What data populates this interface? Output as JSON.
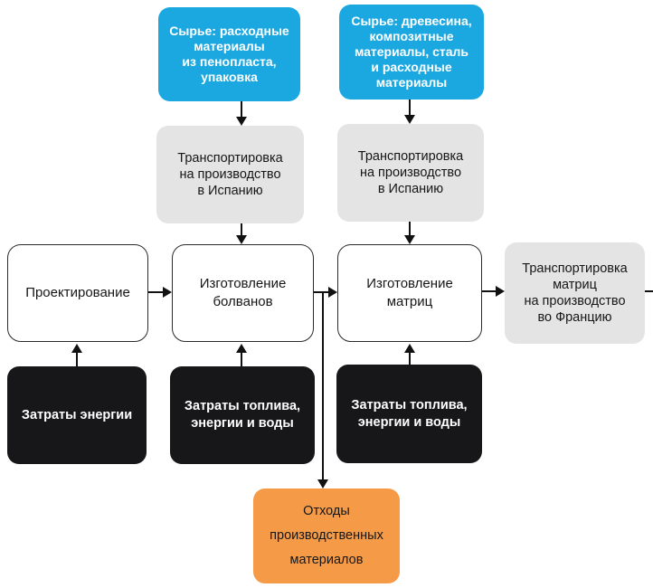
{
  "diagram": {
    "type": "flowchart",
    "language": "ru",
    "description": "Production life-cycle flow: raw materials transported to Spain, mold blanks and matrices manufactured, matrices transported to France; energy/fuel/water inputs and production-material waste",
    "nodes": [
      {
        "id": "raw-foam",
        "kind": "input-blue",
        "label": "Сырье: расходные\nматериалы\nиз пенопласта,\nупаковка"
      },
      {
        "id": "raw-wood",
        "kind": "input-blue",
        "label": "Сырье: древесина,\nкомпозитные\nматериалы, сталь\nи расходные\nматериалы"
      },
      {
        "id": "transport-spain-1",
        "kind": "transport-gray",
        "label": "Транспортировка\nна производство\nв Испанию"
      },
      {
        "id": "transport-spain-2",
        "kind": "transport-gray",
        "label": "Транспортировка\nна производство\nв Испанию"
      },
      {
        "id": "design",
        "kind": "process-white",
        "label": "Проектирование"
      },
      {
        "id": "blanks",
        "kind": "process-white",
        "label": "Изготовление\nболванов"
      },
      {
        "id": "molds",
        "kind": "process-white",
        "label": "Изготовление\nматриц"
      },
      {
        "id": "transport-france",
        "kind": "transport-gray",
        "label": "Транспортировка\nматриц\nна производство\nво Францию"
      },
      {
        "id": "cost-energy",
        "kind": "cost-black",
        "label": "Затраты энергии"
      },
      {
        "id": "cost-fuel-1",
        "kind": "cost-black",
        "label": "Затраты топлива,\nэнергии и воды"
      },
      {
        "id": "cost-fuel-2",
        "kind": "cost-black",
        "label": "Затраты топлива,\nэнергии и воды"
      },
      {
        "id": "waste",
        "kind": "waste-orange",
        "label": "Отходы\nпроизводственных\nматериалов"
      }
    ],
    "edges": [
      {
        "from": "raw-foam",
        "to": "transport-spain-1"
      },
      {
        "from": "raw-wood",
        "to": "transport-spain-2"
      },
      {
        "from": "transport-spain-1",
        "to": "blanks"
      },
      {
        "from": "transport-spain-2",
        "to": "molds"
      },
      {
        "from": "design",
        "to": "blanks"
      },
      {
        "from": "blanks",
        "to": "molds"
      },
      {
        "from": "blanks",
        "to": "waste"
      },
      {
        "from": "molds",
        "to": "transport-france"
      },
      {
        "from": "transport-france",
        "to": "offscreen-right"
      },
      {
        "from": "cost-energy",
        "to": "design"
      },
      {
        "from": "cost-fuel-1",
        "to": "blanks"
      },
      {
        "from": "cost-fuel-2",
        "to": "molds"
      }
    ],
    "colors": {
      "input_blue": "#1BA8E1",
      "transport_gray": "#E4E4E4",
      "process_border": "#2B2B2B",
      "cost_black": "#17171A",
      "waste_orange": "#F59B48",
      "connector": "#111111"
    }
  }
}
